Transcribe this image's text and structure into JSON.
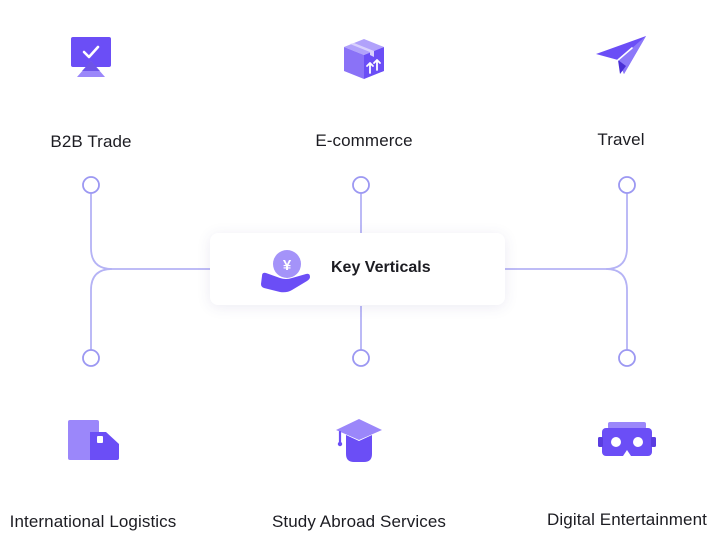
{
  "center": {
    "label": "Key Verticals",
    "icon": "coin-in-hand-icon"
  },
  "verticals": [
    {
      "label": "B2B Trade",
      "icon": "monitor-check-icon"
    },
    {
      "label": "E-commerce",
      "icon": "package-box-icon"
    },
    {
      "label": "Travel",
      "icon": "paper-plane-icon"
    },
    {
      "label": "International Logistics",
      "icon": "shipping-document-icon"
    },
    {
      "label": "Study Abroad Services",
      "icon": "graduation-cap-icon"
    },
    {
      "label": "Digital Entertainment",
      "icon": "vr-headset-icon"
    }
  ],
  "colors": {
    "accent": "#6b4ef6",
    "accent_light": "#9b87fa",
    "connector": "#a7a5f3",
    "text": "#1c1c22"
  }
}
